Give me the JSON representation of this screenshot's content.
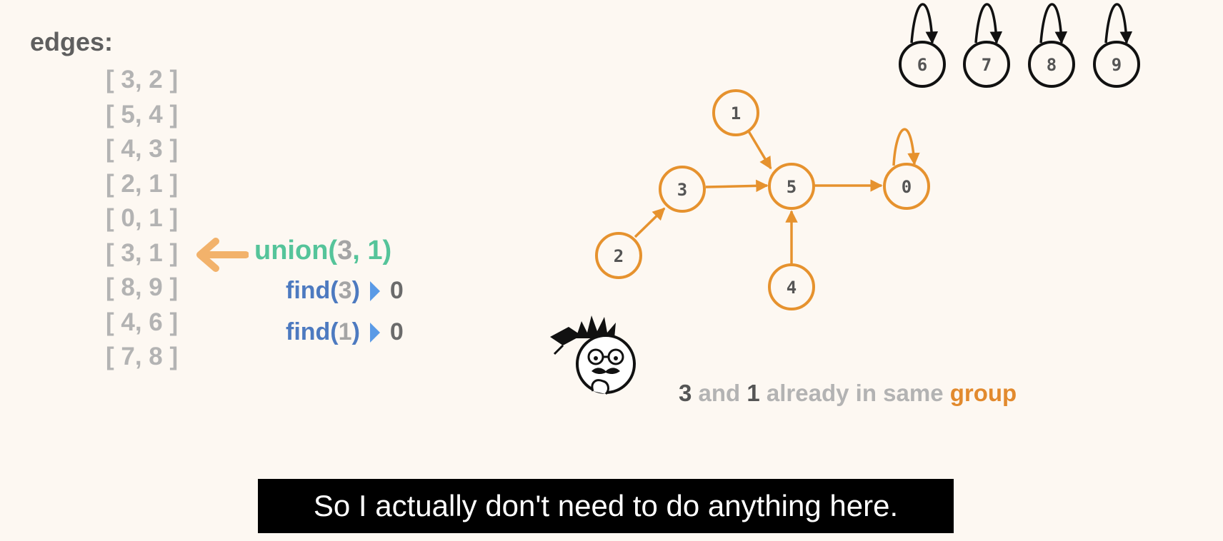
{
  "edges_title": "edges:",
  "edges": [
    "[ 3, 2 ]",
    "[ 5, 4 ]",
    "[ 4, 3 ]",
    "[ 2, 1 ]",
    "[ 0, 1 ]",
    "[ 3, 1 ]",
    "[ 8, 9 ]",
    "[ 4, 6 ]",
    "[ 7, 8 ]"
  ],
  "current_edge_index": 5,
  "union_call": {
    "fn": "union(",
    "arg1": "3",
    "sep": ", ",
    "arg2": "1",
    "close": ")"
  },
  "find_calls": [
    {
      "fn": "find(",
      "arg": "3",
      "close": ")",
      "result": "0"
    },
    {
      "fn": "find(",
      "arg": "1",
      "close": ")",
      "result": "0"
    }
  ],
  "graph": {
    "orange_nodes": [
      "1",
      "3",
      "5",
      "0",
      "2",
      "4"
    ],
    "black_nodes": [
      "6",
      "7",
      "8",
      "9"
    ],
    "orange_edges": [
      [
        "1",
        "5"
      ],
      [
        "3",
        "5"
      ],
      [
        "2",
        "3"
      ],
      [
        "4",
        "5"
      ],
      [
        "5",
        "0"
      ],
      [
        "0",
        "0"
      ]
    ],
    "black_self_loops": [
      "6",
      "7",
      "8",
      "9"
    ]
  },
  "caption": {
    "a": "3",
    "and": " and ",
    "b": "1",
    "rest": " already in same ",
    "group": "group"
  },
  "subtitle": "So I actually don't need to do anything here.",
  "colors": {
    "orange": "#e6922e",
    "black": "#111111",
    "union_green": "#55c49a",
    "find_blue": "#4d7ac0",
    "arrow_orange": "#f2b26b"
  }
}
